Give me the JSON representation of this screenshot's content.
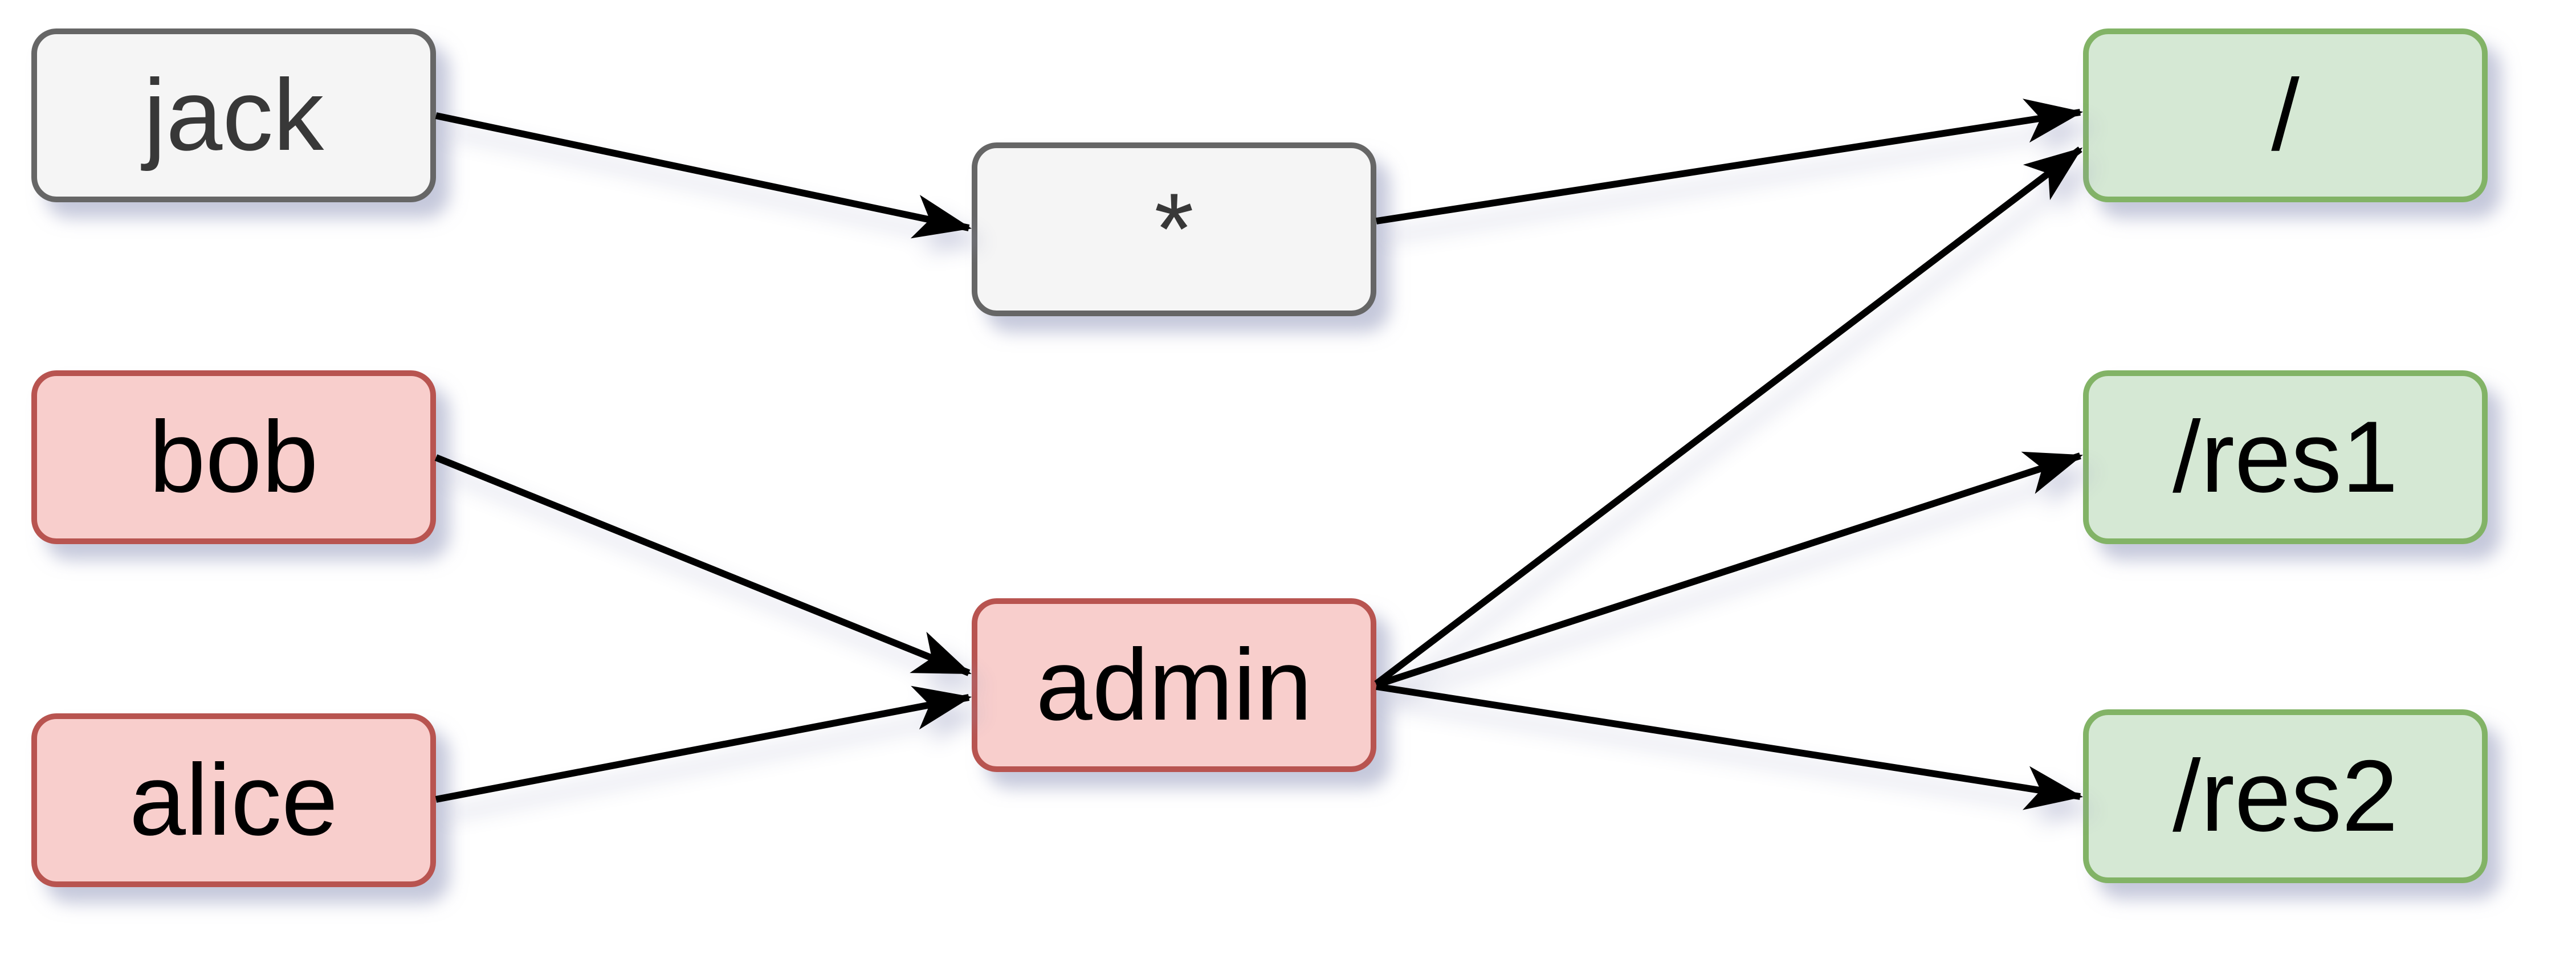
{
  "diagram": {
    "nodes": [
      {
        "id": "jack",
        "label": "jack",
        "color": "neutral",
        "fill": "#F5F5F5",
        "stroke": "#666666"
      },
      {
        "id": "bob",
        "label": "bob",
        "color": "red",
        "fill": "#F8CECC",
        "stroke": "#B85450"
      },
      {
        "id": "alice",
        "label": "alice",
        "color": "red",
        "fill": "#F8CECC",
        "stroke": "#B85450"
      },
      {
        "id": "star",
        "label": "*",
        "color": "neutral",
        "fill": "#F5F5F5",
        "stroke": "#666666"
      },
      {
        "id": "admin",
        "label": "admin",
        "color": "red",
        "fill": "#F8CECC",
        "stroke": "#B85450"
      },
      {
        "id": "root",
        "label": "/",
        "color": "green",
        "fill": "#D5E8D4",
        "stroke": "#82B366"
      },
      {
        "id": "res1",
        "label": "/res1",
        "color": "green",
        "fill": "#D5E8D4",
        "stroke": "#82B366"
      },
      {
        "id": "res2",
        "label": "/res2",
        "color": "green",
        "fill": "#D5E8D4",
        "stroke": "#82B366"
      }
    ],
    "edges": [
      {
        "from": "jack",
        "to": "star"
      },
      {
        "from": "star",
        "to": "root"
      },
      {
        "from": "bob",
        "to": "admin"
      },
      {
        "from": "alice",
        "to": "admin"
      },
      {
        "from": "admin",
        "to": "root"
      },
      {
        "from": "admin",
        "to": "res1"
      },
      {
        "from": "admin",
        "to": "res2"
      }
    ],
    "palette": {
      "background": "#FFFFFF",
      "edge_color": "#000000",
      "neutral_fill": "#F5F5F5",
      "neutral_stroke": "#666666",
      "red_fill": "#F8CECC",
      "red_stroke": "#B85450",
      "green_fill": "#D5E8D4",
      "green_stroke": "#82B366"
    }
  }
}
